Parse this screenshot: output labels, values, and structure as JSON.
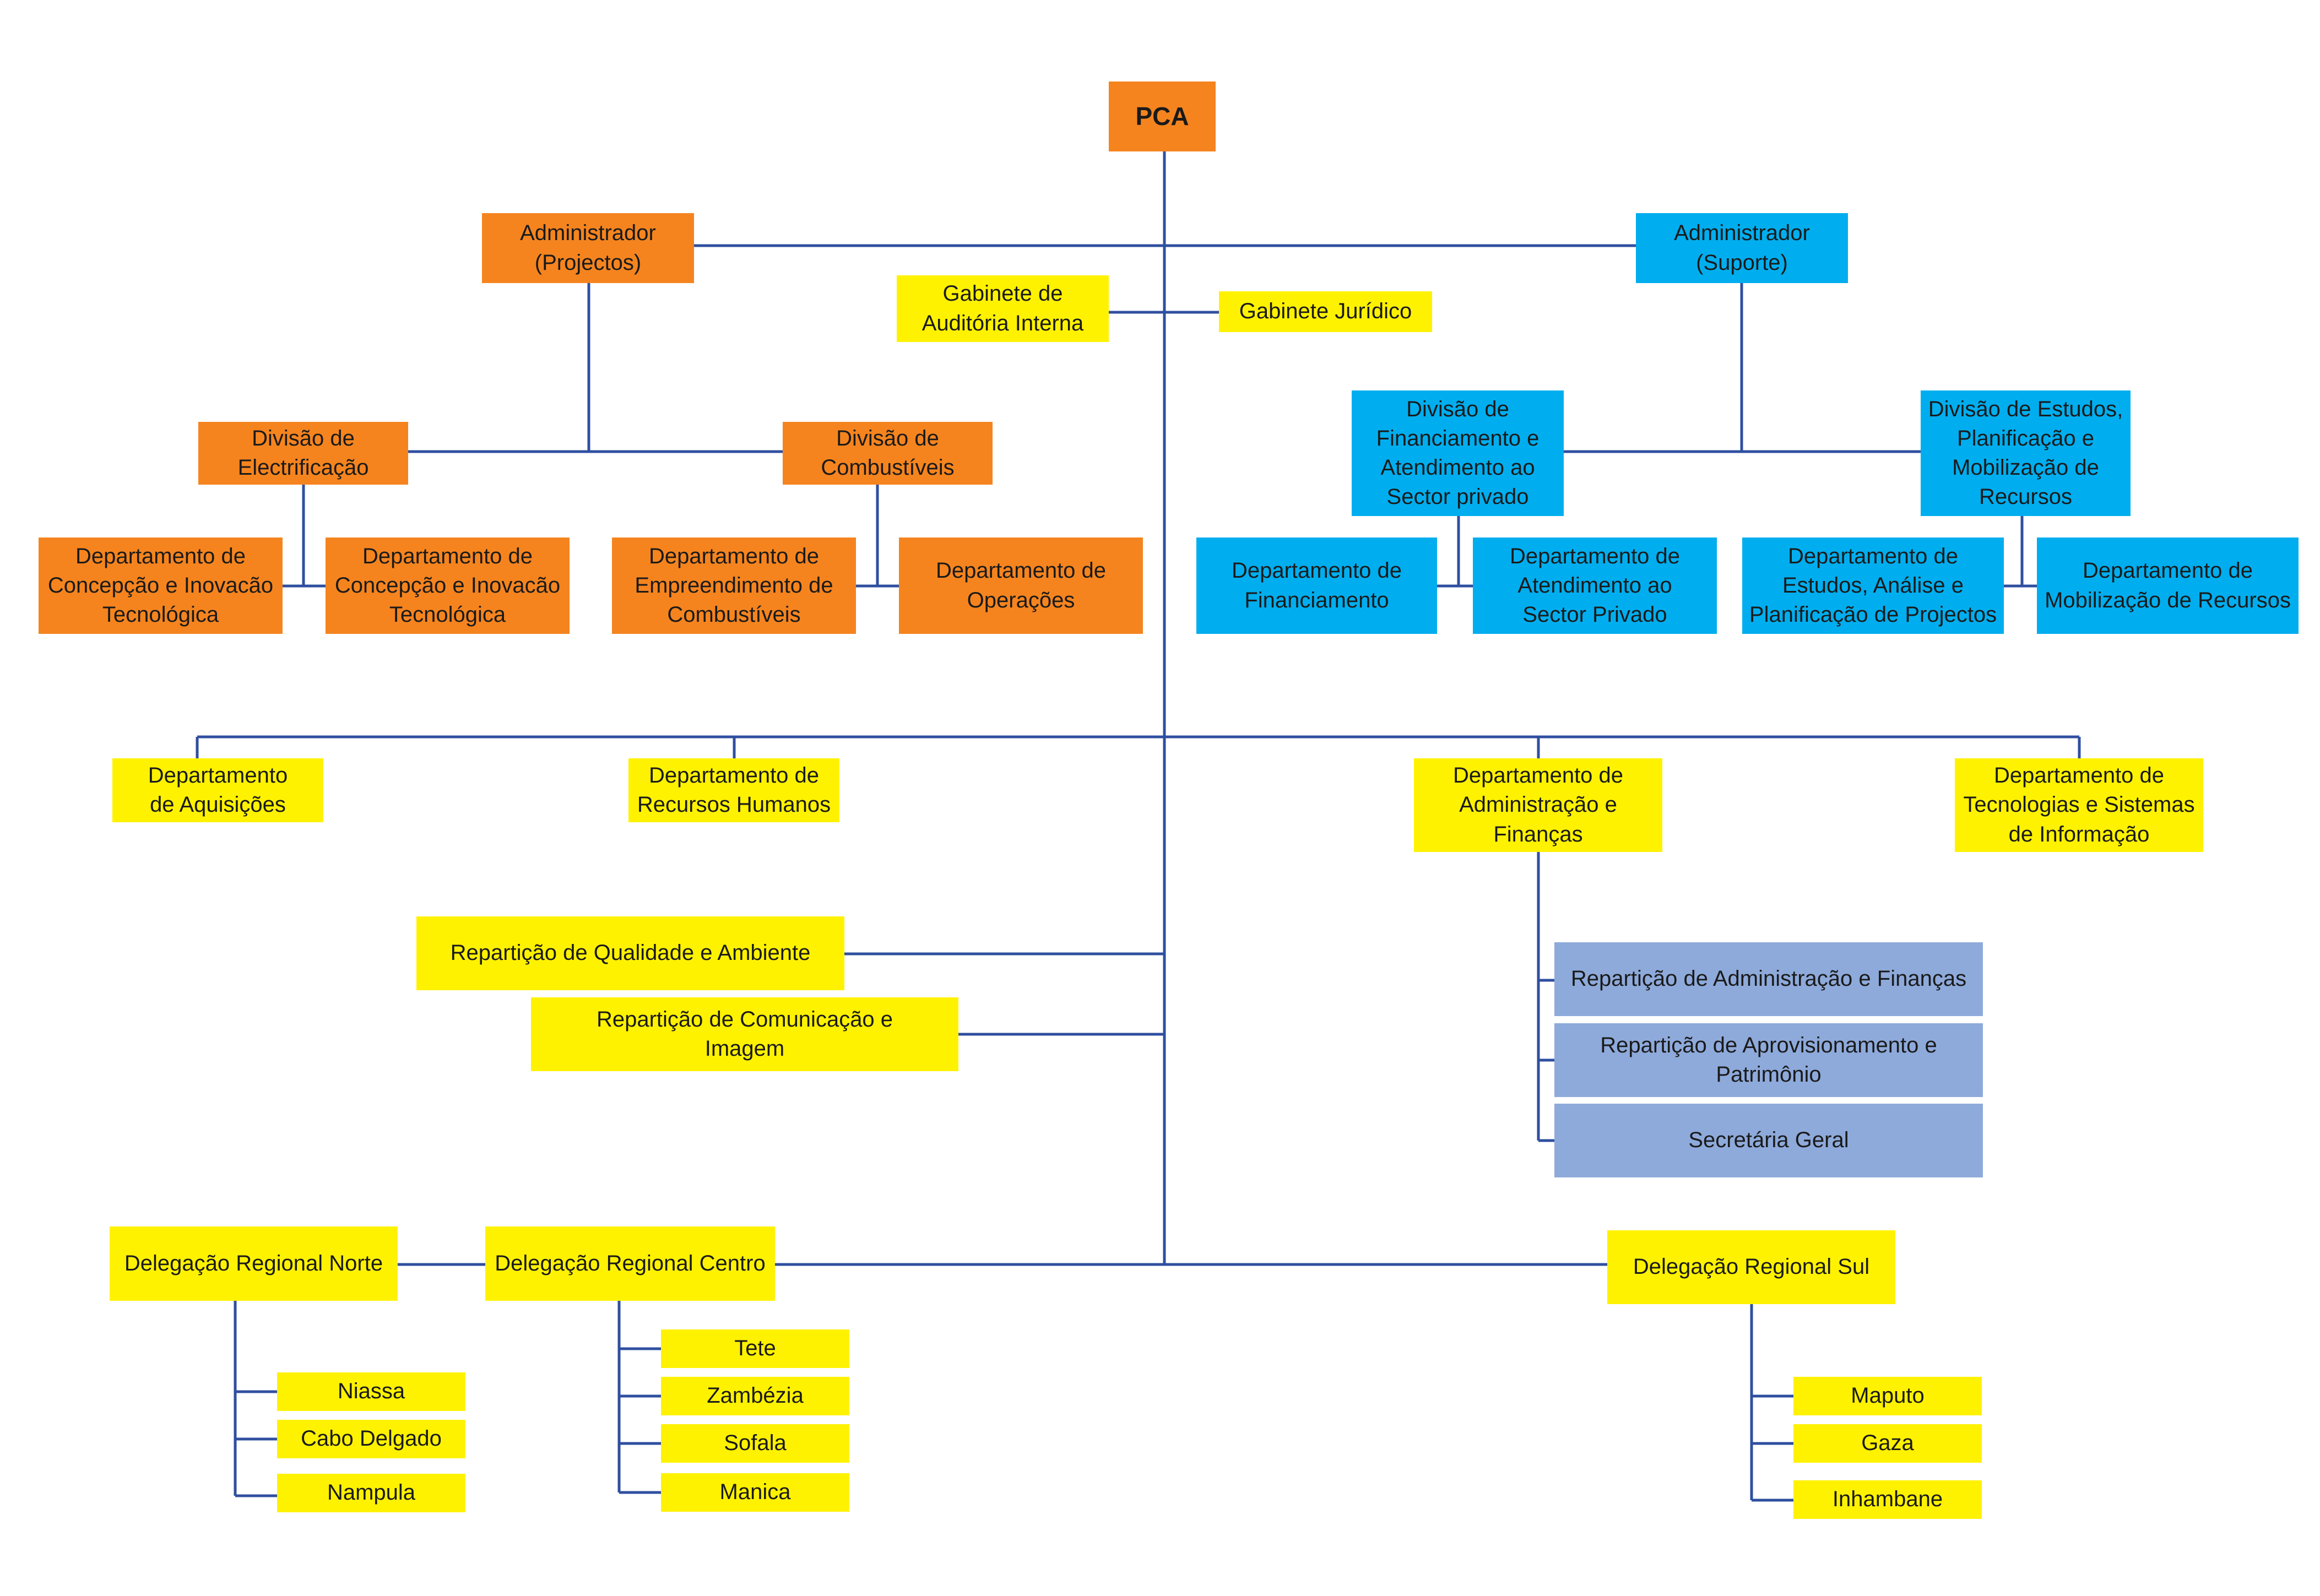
{
  "top": {
    "pca": "PCA"
  },
  "admin": {
    "projectos": "Administrador\n(Projectos)",
    "suporte": "Administrador\n(Suporte)"
  },
  "gabinetes": {
    "auditoria": "Gabinete de\nAuditória Interna",
    "juridico": "Gabinete Jurídico"
  },
  "projectos": {
    "div_electrificacao": "Divisão de\nElectrificação",
    "div_combustiveis": "Divisão de\nCombustíveis",
    "dep_concepcao_1": "Departamento de\nConcepção e Inovacão\nTecnológica",
    "dep_concepcao_2": "Departamento de\nConcepção e Inovacão\nTecnológica",
    "dep_empreendimento": "Departamento de\nEmpreendimento de\nCombustíveis",
    "dep_operacoes": "Departamento de\nOperações"
  },
  "suporte": {
    "div_financiamento": "Divisão de\nFinanciamento e\nAtendimento ao\nSector privado",
    "div_estudos": "Divisão de Estudos,\nPlanificação e\nMobilização de\nRecursos",
    "dep_financiamento": "Departamento de\nFinanciamento",
    "dep_atendimento": "Departamento de\nAtendimento ao\nSector Privado",
    "dep_estudos": "Departamento de\nEstudos, Análise e\nPlanificação de Projectos",
    "dep_mobilizacao": "Departamento de\nMobilização de Recursos"
  },
  "departamentos": {
    "aquisicoes": "Departamento\nde Aquisições",
    "rh": "Departamento de\nRecursos Humanos",
    "adm_financas": "Departamento de\nAdministração e\nFinanças",
    "tic": "Departamento de\nTecnologias e Sistemas\nde Informação"
  },
  "reparticoes": {
    "qualidade": "Repartição de Qualidade e Ambiente",
    "comunicacao": "Repartição de Comunicação e\nImagem",
    "adm_financas": "Repartição de Administração e Finanças",
    "aprovisionamento": "Repartição de Aprovisionamento e\nPatrimônio",
    "secretaria": "Secretária Geral"
  },
  "delegacoes": {
    "norte": "Delegação Regional Norte",
    "centro": "Delegação Regional Centro",
    "sul": "Delegação Regional Sul"
  },
  "provincias": {
    "niassa": "Niassa",
    "cabo_delgado": "Cabo Delgado",
    "nampula": "Nampula",
    "tete": "Tete",
    "zambezia": "Zambézia",
    "sofala": "Sofala",
    "manica": "Manica",
    "maputo": "Maputo",
    "gaza": "Gaza",
    "inhambane": "Inhambane"
  },
  "colors": {
    "orange": "#f5841f",
    "blue": "#00aeef",
    "yellow": "#fff200",
    "lavender": "#8eaadb",
    "connector": "#2f4f9f"
  }
}
